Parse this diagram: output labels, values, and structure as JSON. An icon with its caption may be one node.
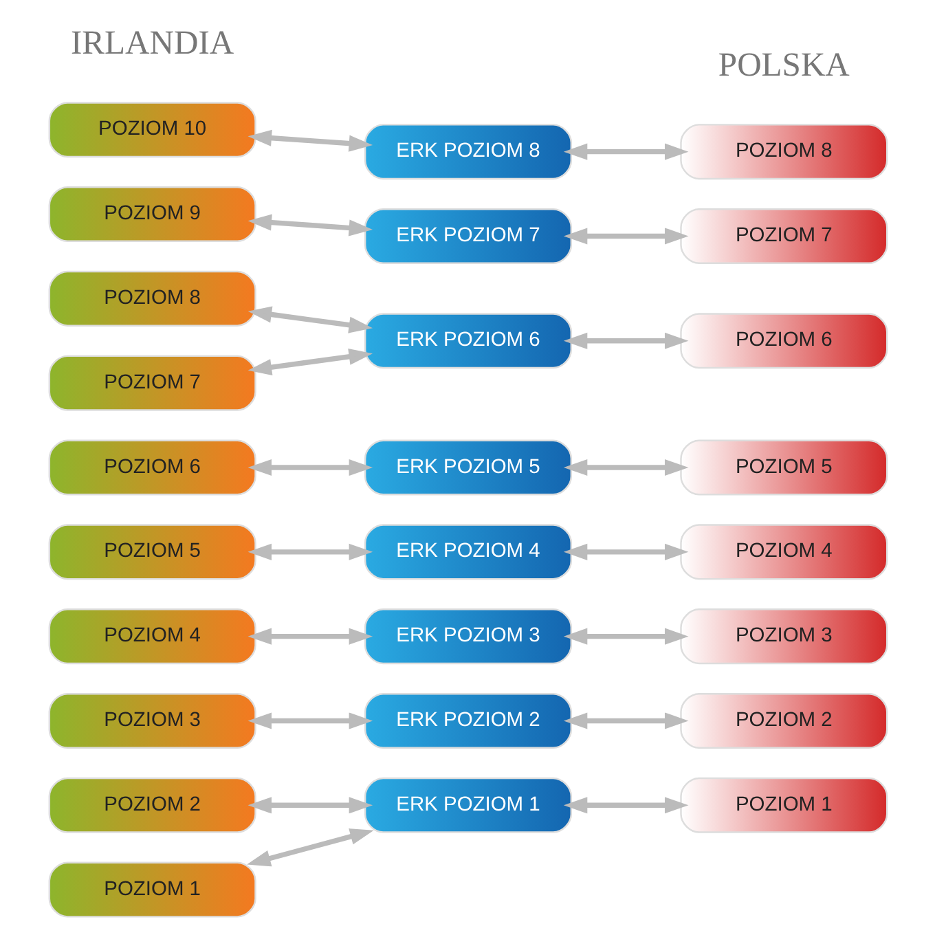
{
  "diagram": {
    "nodes": [
      {
        "text": [
          "POZIOM 10"
        ]
      },
      {
        "text": [
          "POZIOM 9"
        ]
      },
      {
        "text": [
          "POZIOM 8"
        ]
      },
      {
        "text": [
          "POZIOM 7"
        ]
      },
      {
        "text": [
          "POZIOM 6"
        ]
      },
      {
        "text": [
          "POZIOM 5"
        ]
      },
      {
        "text": [
          "POZIOM 4"
        ]
      },
      {
        "text": [
          "POZIOM 3"
        ]
      },
      {
        "text": [
          "POZIOM 2"
        ]
      },
      {
        "text": [
          "POZIOM 1"
        ]
      },
      {
        "text": [
          "ERK POZIOM 8"
        ]
      },
      {
        "text": [
          "ERK POZIOM 7"
        ]
      },
      {
        "text": [
          "ERK POZIOM 6"
        ]
      },
      {
        "text": [
          "ERK POZIOM 5"
        ]
      },
      {
        "text": [
          "ERK POZIOM 4"
        ]
      },
      {
        "text": [
          "ERK POZIOM 3"
        ]
      },
      {
        "text": [
          "ERK POZIOM 2"
        ]
      },
      {
        "text": [
          "ERK POZIOM 1"
        ]
      },
      {
        "text": [
          "POZIOM 8"
        ]
      },
      {
        "text": [
          "POZIOM 7"
        ]
      },
      {
        "text": [
          "POZIOM 6"
        ]
      },
      {
        "text": [
          "POZIOM 5"
        ]
      },
      {
        "text": [
          "POZIOM 4"
        ]
      },
      {
        "text": [
          "POZIOM 3"
        ]
      },
      {
        "text": [
          "POZIOM 2"
        ]
      },
      {
        "text": [
          "POZIOM 1"
        ]
      }
    ],
    "edges": [
      {
        "from": 0,
        "to": 10,
        "arrow": "both"
      },
      {
        "from": 1,
        "to": 11,
        "arrow": "both"
      },
      {
        "from": 2,
        "to": 12,
        "arrow": "both"
      },
      {
        "from": 3,
        "to": 12,
        "arrow": "both"
      },
      {
        "from": 4,
        "to": 13,
        "arrow": "both"
      },
      {
        "from": 5,
        "to": 14,
        "arrow": "both"
      },
      {
        "from": 6,
        "to": 15,
        "arrow": "both"
      },
      {
        "from": 7,
        "to": 16,
        "arrow": "both"
      },
      {
        "from": 8,
        "to": 17,
        "arrow": "both"
      },
      {
        "from": 9,
        "to": 17,
        "arrow": "both"
      },
      {
        "from": 10,
        "to": 18,
        "arrow": "both"
      },
      {
        "from": 11,
        "to": 19,
        "arrow": "both"
      },
      {
        "from": 12,
        "to": 20,
        "arrow": "both"
      },
      {
        "from": 13,
        "to": 21,
        "arrow": "both"
      },
      {
        "from": 14,
        "to": 22,
        "arrow": "both"
      },
      {
        "from": 15,
        "to": 23,
        "arrow": "both"
      },
      {
        "from": 16,
        "to": 24,
        "arrow": "both"
      },
      {
        "from": 17,
        "to": 25,
        "arrow": "both"
      }
    ],
    "labels": [
      "IRLANDIA",
      "POLSKA"
    ]
  }
}
